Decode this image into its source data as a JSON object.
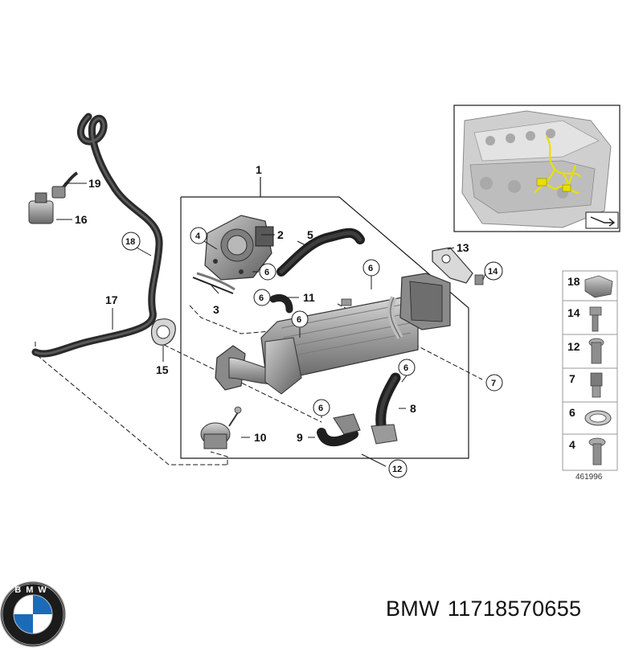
{
  "diagram": {
    "callouts": [
      "1",
      "2",
      "3",
      "4",
      "5",
      "6",
      "7",
      "8",
      "9",
      "10",
      "11",
      "12",
      "13",
      "14",
      "15",
      "16",
      "17",
      "18",
      "19"
    ],
    "reference_number": "461996",
    "side_panel_numbers": [
      "18",
      "14",
      "12",
      "7",
      "6",
      "4"
    ],
    "logo_letters": "BMW",
    "colors": {
      "line": "#1a1a1a",
      "part": "#9a9a9a",
      "part_dark": "#4a4a4a",
      "hose": "#2e2e2e",
      "wiring": "#e8e000",
      "bmw_blue": "#1c6bb8"
    }
  },
  "caption": {
    "brand": "BMW",
    "part_number": "11718570655"
  }
}
